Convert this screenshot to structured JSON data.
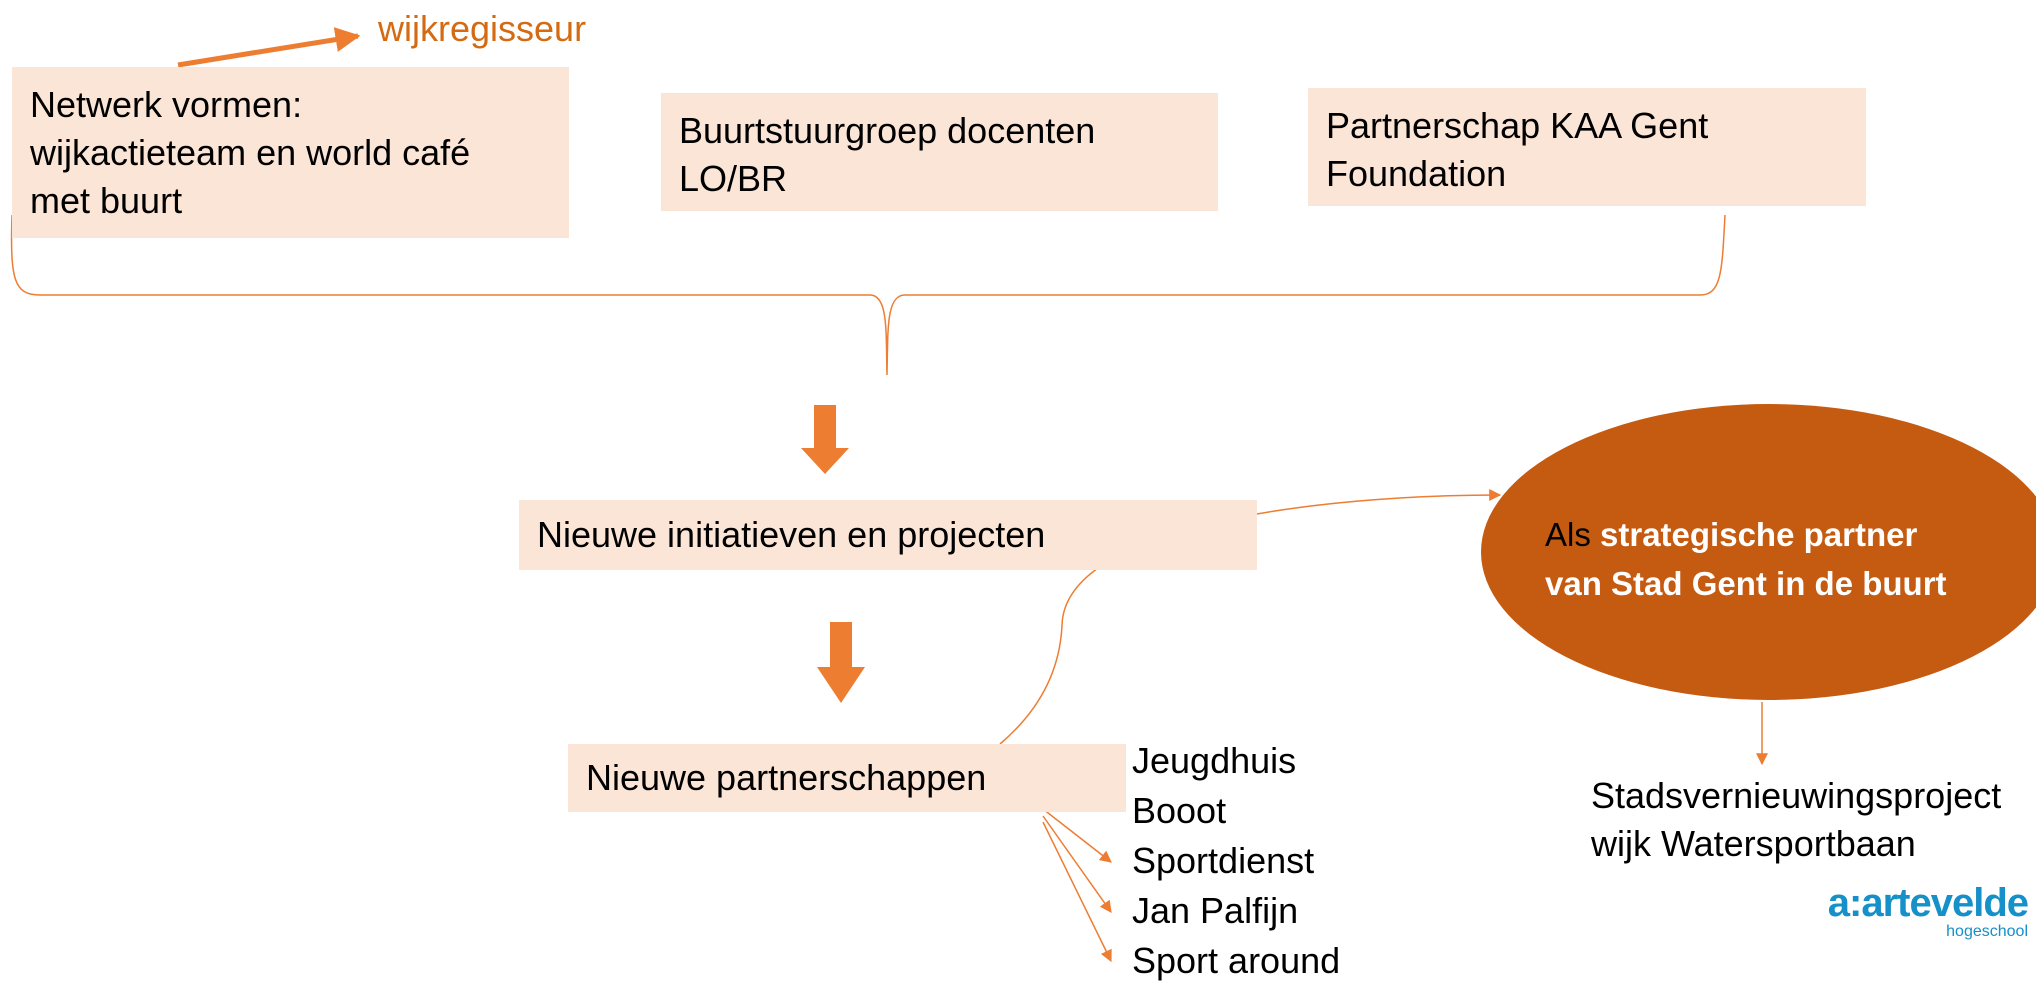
{
  "top": {
    "wijkregisseur": "wijkregisseur",
    "box1": [
      "Netwerk vormen:",
      "wijkactieteam en world café",
      "met buurt"
    ],
    "box2": [
      "Buurtstuurgroep docenten",
      "LO/BR"
    ],
    "box3": [
      "Partnerschap KAA Gent",
      "Foundation"
    ]
  },
  "middle": {
    "initiatives": "Nieuwe initiatieven en projecten",
    "partnerships": "Nieuwe partnerschappen"
  },
  "partners": [
    "Jeugdhuis",
    "Booot",
    "Sportdienst",
    "Jan Palfijn",
    "Sport around"
  ],
  "ellipse": {
    "prefix": "Als ",
    "bold_line1": "strategische partner",
    "bold_line2": "van Stad Gent in de buurt"
  },
  "project": [
    "Stadsvernieuwingsproject",
    "wijk Watersportbaan"
  ],
  "logo": {
    "main": "a:artevelde",
    "sub": "hogeschool"
  },
  "colors": {
    "box_fill": "#fbe5d6",
    "arrow_orange": "#ed7d31",
    "ellipse_fill": "#c55a11",
    "text_orange": "#d46a12",
    "logo_blue": "#1590c8"
  }
}
